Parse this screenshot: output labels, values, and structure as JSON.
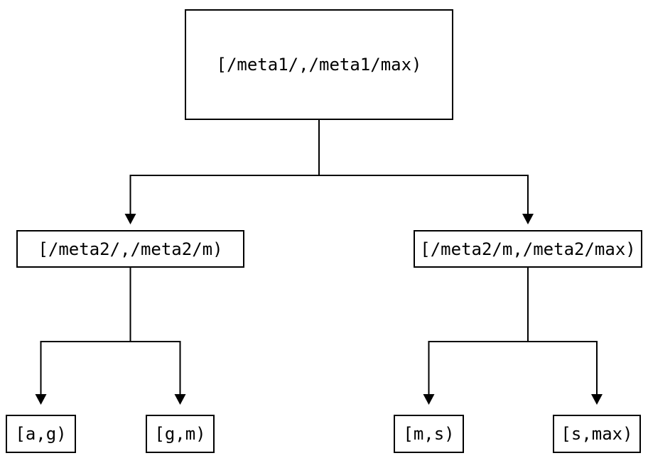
{
  "colors": {
    "background": "#ffffff",
    "box_border": "#000000",
    "text": "#000000",
    "connector_line": "#000000"
  },
  "tree": {
    "label": "[/meta1/,/meta1/max)",
    "children": [
      {
        "label": "[/meta2/,/meta2/m)",
        "children": [
          {
            "label": "[a,g)"
          },
          {
            "label": "[g,m)"
          }
        ]
      },
      {
        "label": "[/meta2/m,/meta2/max)",
        "children": [
          {
            "label": "[m,s)"
          },
          {
            "label": "[s,max)"
          }
        ]
      }
    ]
  }
}
